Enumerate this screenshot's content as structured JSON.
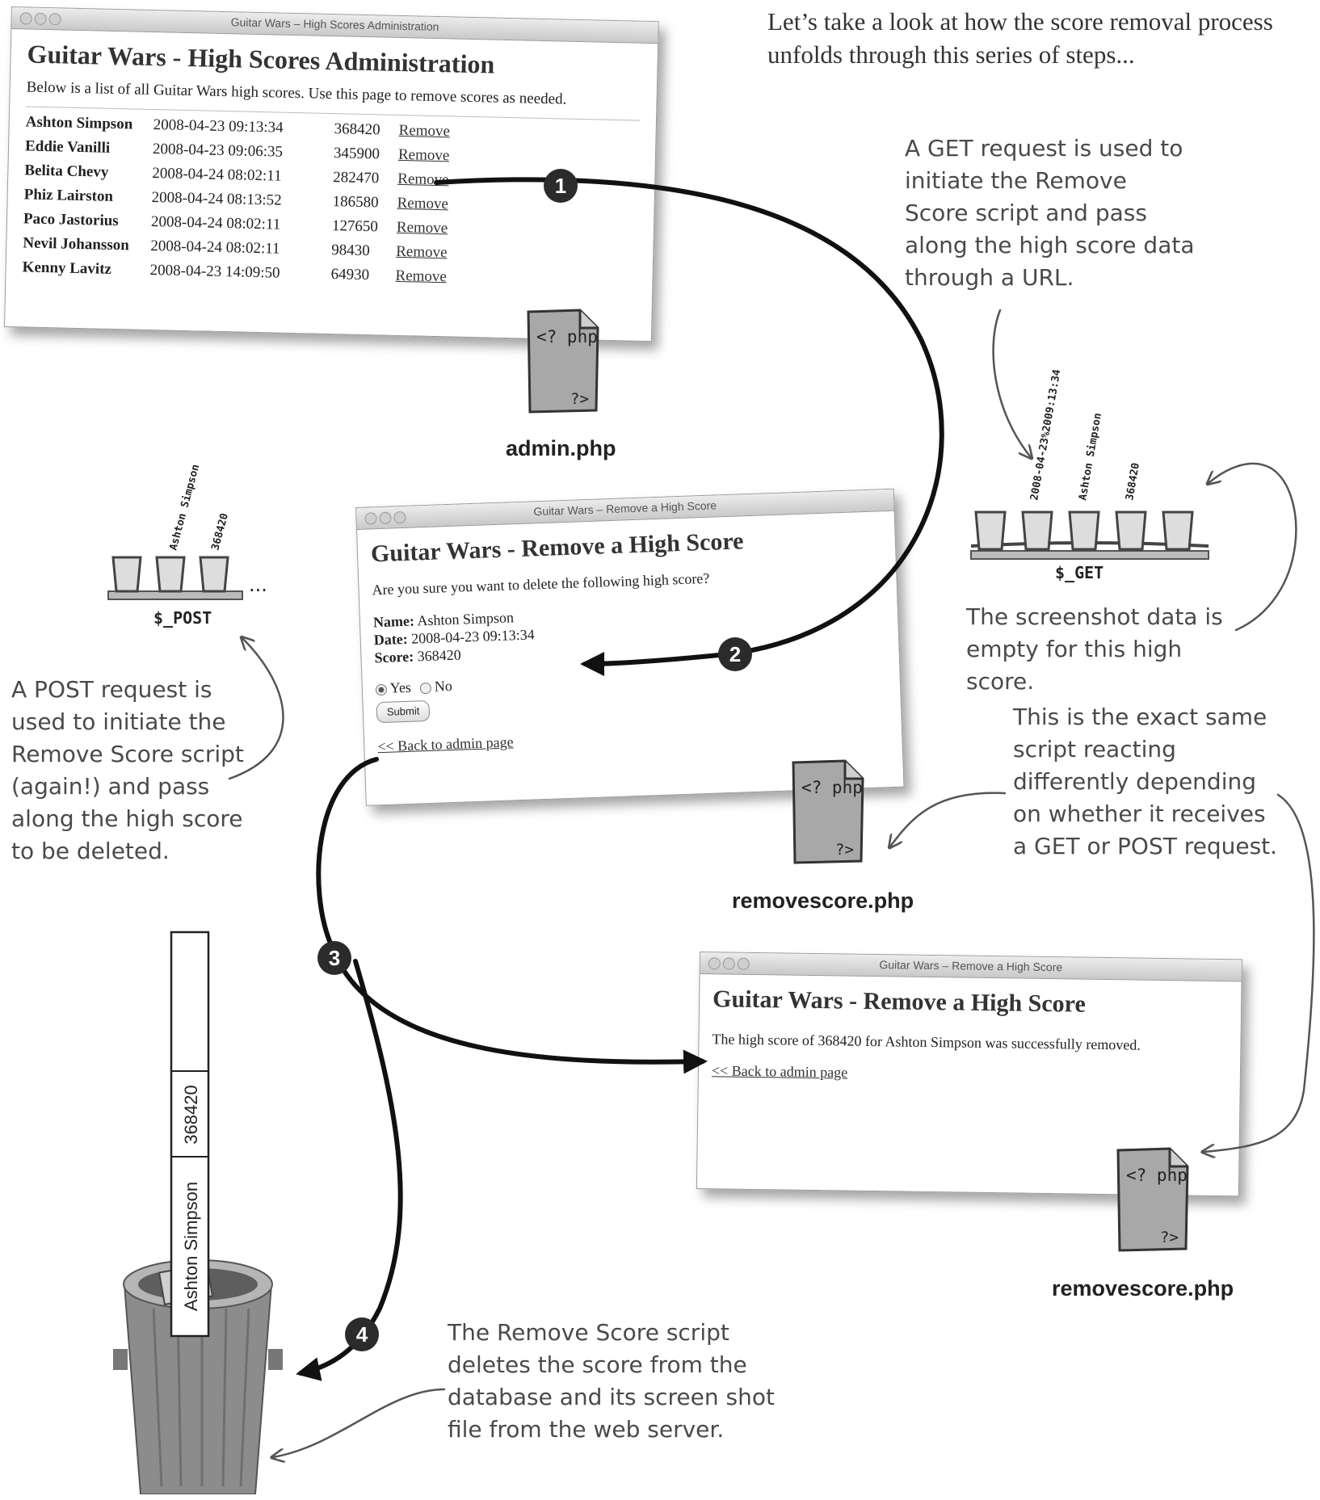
{
  "intro": "Let’s take a look at how the score removal process unfolds through this series of steps...",
  "admin_window": {
    "titlebar": "Guitar Wars – High Scores Administration",
    "heading": "Guitar Wars - High Scores Administration",
    "description": "Below is a list of all Guitar Wars high scores. Use this page to remove scores as needed.",
    "rows": [
      {
        "name": "Ashton Simpson",
        "date": "2008-04-23 09:13:34",
        "score": "368420",
        "link": "Remove"
      },
      {
        "name": "Eddie Vanilli",
        "date": "2008-04-23 09:06:35",
        "score": "345900",
        "link": "Remove"
      },
      {
        "name": "Belita Chevy",
        "date": "2008-04-24 08:02:11",
        "score": "282470",
        "link": "Remove"
      },
      {
        "name": "Phiz Lairston",
        "date": "2008-04-24 08:13:52",
        "score": "186580",
        "link": "Remove"
      },
      {
        "name": "Paco Jastorius",
        "date": "2008-04-24 08:02:11",
        "score": "127650",
        "link": "Remove"
      },
      {
        "name": "Nevil Johansson",
        "date": "2008-04-24 08:02:11",
        "score": "98430",
        "link": "Remove"
      },
      {
        "name": "Kenny Lavitz",
        "date": "2008-04-23 14:09:50",
        "score": "64930",
        "link": "Remove"
      }
    ]
  },
  "confirm_window": {
    "titlebar": "Guitar Wars – Remove a High Score",
    "heading": "Guitar Wars - Remove a High Score",
    "question": "Are you sure you want to delete the following high score?",
    "name_label": "Name:",
    "name_value": "Ashton Simpson",
    "date_label": "Date:",
    "date_value": "2008-04-23 09:13:34",
    "score_label": "Score:",
    "score_value": "368420",
    "yes_label": "Yes",
    "no_label": "No",
    "submit_label": "Submit",
    "back_link": "<< Back to admin page"
  },
  "result_window": {
    "titlebar": "Guitar Wars – Remove a High Score",
    "heading": "Guitar Wars - Remove a High Score",
    "message": "The high score of 368420 for Ashton Simpson was successfully removed.",
    "back_link": "<< Back to admin page"
  },
  "files": {
    "admin": "admin.php",
    "remove1": "removescore.php",
    "remove2": "removescore.php",
    "php_open": "<? php",
    "php_close": "?>"
  },
  "get_array": {
    "label": "$_GET",
    "values": [
      "2008-04-23%2009:13:34",
      "Ashton Simpson",
      "368420"
    ]
  },
  "post_array": {
    "label": "$_POST",
    "values": [
      "Ashton Simpson",
      "368420"
    ],
    "ellipsis": "..."
  },
  "strip": {
    "score": "368420",
    "name": "Ashton Simpson"
  },
  "steps": [
    "1",
    "2",
    "3",
    "4"
  ],
  "notes": {
    "get_request": "A GET request is used to initiate the Remove Score script and pass along the high score data through a URL.",
    "screenshot_empty": "The screenshot data is empty for this high score.",
    "same_script": "This is the exact same script reacting differently depending on whether it receives a GET or POST request.",
    "post_request": "A POST request is used to initiate the Remove Score script (again!) and pass along the high score to be deleted.",
    "deletes": "The Remove Score script deletes the score from the database and its screen shot file from the web server."
  },
  "colors": {
    "badge": "#2b2b2b",
    "arrow": "#111111",
    "can": "#8c8c8c",
    "php_doc": "#a8a8a8"
  }
}
